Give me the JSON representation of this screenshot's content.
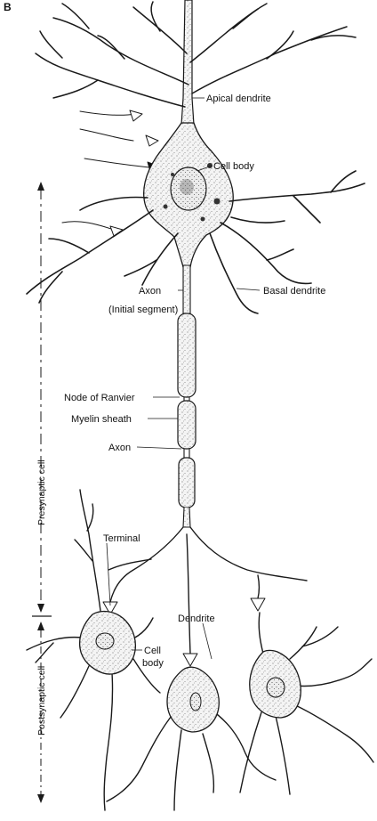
{
  "panel_letter": "B",
  "labels": {
    "apical_dendrite": "Apical dendrite",
    "cell_body": "Cell body",
    "axon_upper": "Axon",
    "initial_segment": "(Initial segment)",
    "basal_dendrite": "Basal dendrite",
    "node_of_ranvier": "Node of Ranvier",
    "myelin_sheath": "Myelin sheath",
    "axon_lower": "Axon",
    "terminal": "Terminal",
    "dendrite": "Dendrite",
    "post_cell_body_1": "Cell",
    "post_cell_body_2": "body"
  },
  "side_labels": {
    "presynaptic": "Presynaptic cell",
    "postsynaptic": "Postsynaptic cell"
  }
}
